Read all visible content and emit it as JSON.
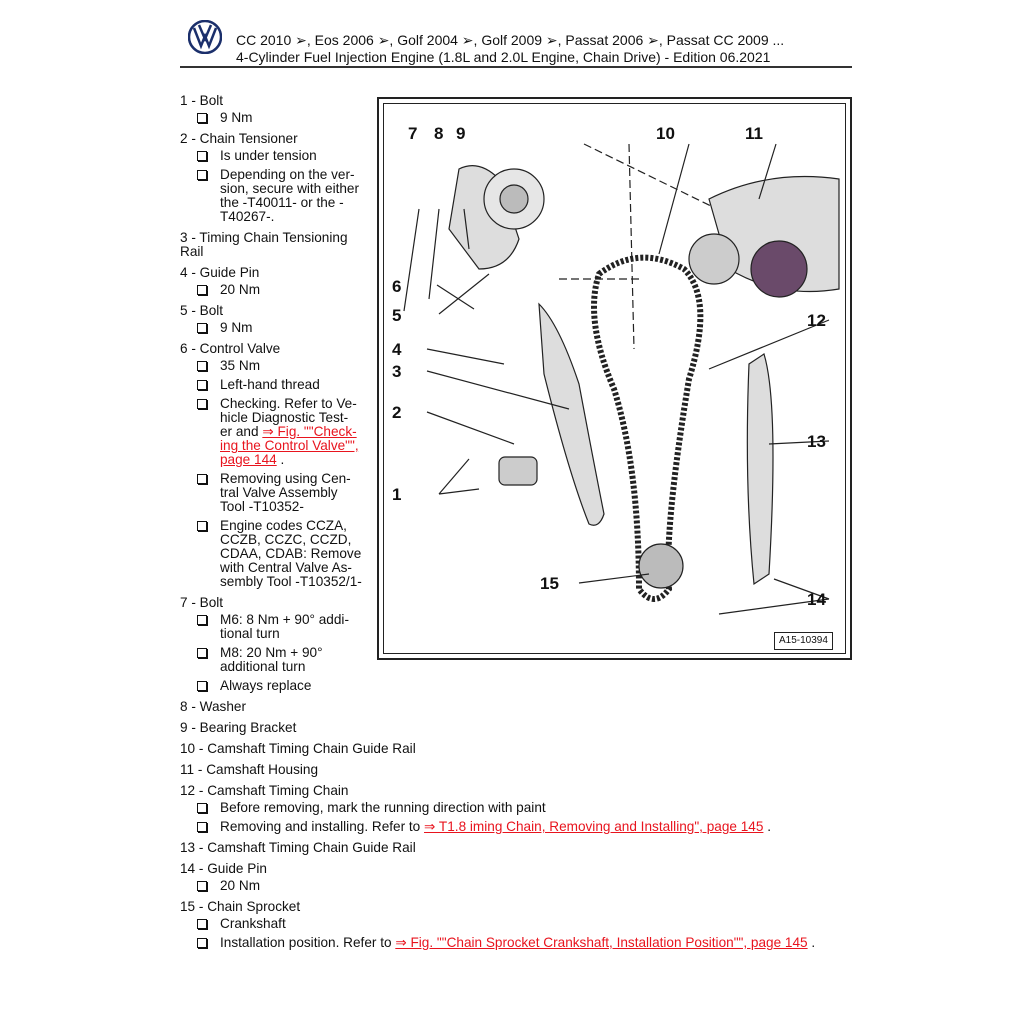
{
  "header": {
    "line1": "CC 2010 ➢, Eos 2006 ➢, Golf 2004 ➢, Golf 2009 ➢, Passat 2006 ➢, Passat CC 2009 ...",
    "line2": "4-Cylinder Fuel Injection Engine (1.8L and 2.0L Engine, Chain Drive) - Edition 06.2021",
    "logo_text": "VW"
  },
  "figure": {
    "id": "A15-10394",
    "callouts": [
      "1",
      "2",
      "3",
      "4",
      "5",
      "6",
      "7",
      "8",
      "9",
      "10",
      "11",
      "12",
      "13",
      "14",
      "15"
    ]
  },
  "items": [
    {
      "title": "1 - Bolt",
      "subs": [
        {
          "text": "9 Nm"
        }
      ]
    },
    {
      "title": "2 - Chain Tensioner",
      "subs": [
        {
          "text": "Is under tension"
        },
        {
          "text": "Depending on the ver-\nsion, secure with either\nthe -T40011- or the -\nT40267-."
        }
      ]
    },
    {
      "title": "3 - Timing Chain Tensioning\nRail",
      "subs": []
    },
    {
      "title": "4 - Guide Pin",
      "subs": [
        {
          "text": "20 Nm"
        }
      ]
    },
    {
      "title": "5 - Bolt",
      "subs": [
        {
          "text": "9 Nm"
        }
      ]
    },
    {
      "title": "6 - Control Valve",
      "subs": [
        {
          "text": "35 Nm"
        },
        {
          "text": "Left-hand thread"
        },
        {
          "text": "Checking. Refer to Ve-\nhicle Diagnostic Test-\ner and ",
          "link": "⇒ Fig. \"\"Check-\ning the Control Valve\"\",\npage 144",
          "after": " ."
        },
        {
          "text": "Removing using Cen-\ntral Valve Assembly\nTool -T10352-"
        },
        {
          "text": "Engine codes CCZA,\nCCZB, CCZC, CCZD,\nCDAA, CDAB: Remove\nwith Central Valve As-\nsembly Tool -T10352/1-"
        }
      ]
    },
    {
      "title": "7 - Bolt",
      "subs": [
        {
          "text": "M6: 8 Nm + 90° addi-\ntional turn"
        },
        {
          "text": "M8: 20 Nm + 90° additional turn"
        },
        {
          "text": "Always replace"
        }
      ]
    },
    {
      "title": "8 - Washer",
      "subs": []
    },
    {
      "title": "9 - Bearing Bracket",
      "subs": []
    },
    {
      "title": "10 - Camshaft Timing Chain Guide Rail",
      "subs": []
    },
    {
      "title": "11 - Camshaft Housing",
      "subs": []
    },
    {
      "title": "12 - Camshaft Timing Chain",
      "subs": [
        {
          "text": "Before removing, mark the running direction with paint"
        },
        {
          "text": "Removing and installing. Refer to ",
          "link": "⇒ T1.8 iming Chain, Removing and Installing\", page 145",
          "after": " ."
        }
      ]
    },
    {
      "title": "13 - Camshaft Timing Chain Guide Rail",
      "subs": []
    },
    {
      "title": "14 - Guide Pin",
      "subs": [
        {
          "text": "20 Nm"
        }
      ]
    },
    {
      "title": "15 - Chain Sprocket",
      "subs": [
        {
          "text": "Crankshaft"
        },
        {
          "text": "Installation position. Refer to ",
          "link": "⇒ Fig. \"\"Chain Sprocket Crankshaft, Installation Position\"\", page 145",
          "after": " ."
        }
      ]
    }
  ]
}
